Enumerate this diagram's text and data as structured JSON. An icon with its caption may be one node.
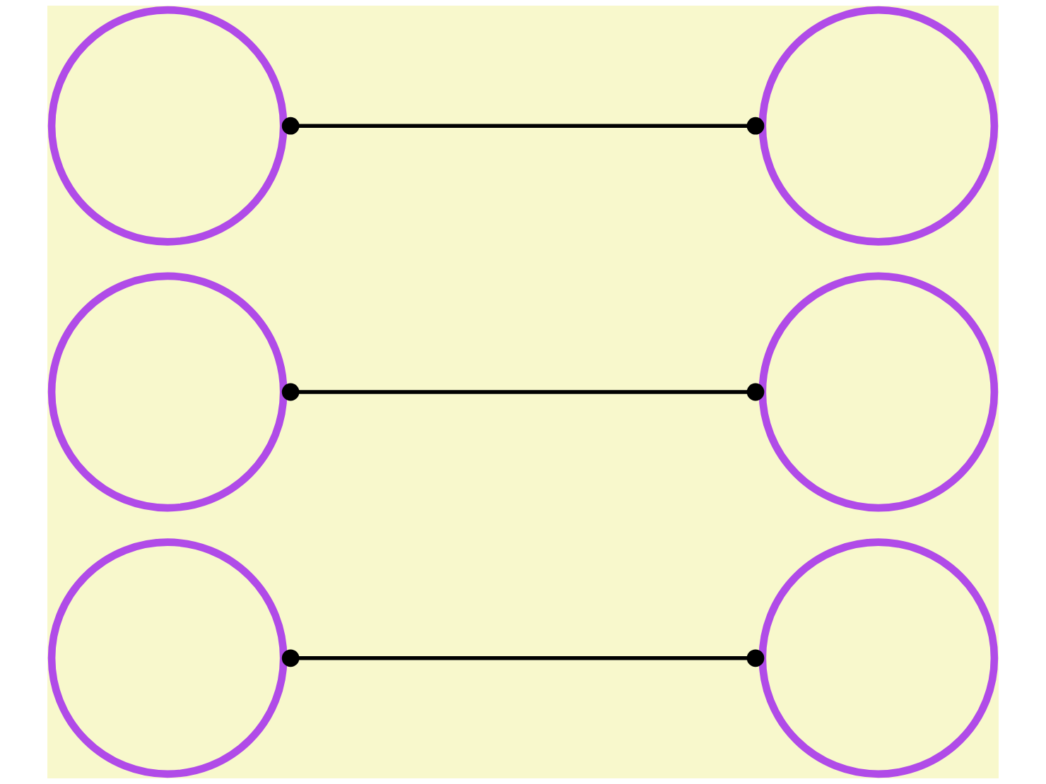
{
  "diagram": {
    "nodes": [
      {
        "text": [],
        "shape": "circle"
      },
      {
        "text": [],
        "shape": "circle"
      },
      {
        "text": [],
        "shape": "circle"
      },
      {
        "text": [],
        "shape": "circle"
      },
      {
        "text": [],
        "shape": "circle"
      },
      {
        "text": [],
        "shape": "circle"
      }
    ],
    "edges": [
      {
        "from": 0,
        "to": 1,
        "arrow": "other"
      },
      {
        "from": 2,
        "to": 3,
        "arrow": "other"
      },
      {
        "from": 4,
        "to": 5,
        "arrow": "other"
      }
    ]
  }
}
